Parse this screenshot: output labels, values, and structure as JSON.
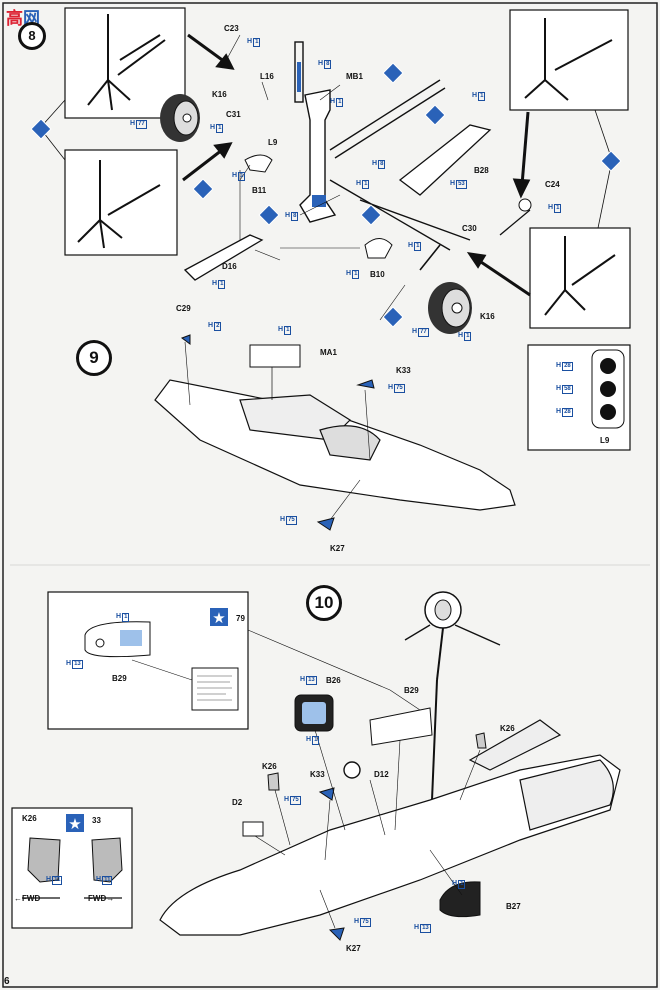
{
  "header": {
    "logo_text": "高",
    "logo_text2": "网",
    "step_prev": "8"
  },
  "steps": {
    "step9": "9",
    "step10": "10"
  },
  "page_number": "6",
  "parts": {
    "C23": "C23",
    "L16": "L16",
    "MB1": "MB1",
    "K16a": "K16",
    "C31": "C31",
    "L9a": "L9",
    "B11": "B11",
    "D16": "D16",
    "B10": "B10",
    "B28": "B28",
    "C24": "C24",
    "C30": "C30",
    "K16b": "K16",
    "C29": "C29",
    "MA1": "MA1",
    "K33a": "K33",
    "K27a": "K27",
    "B29a": "B29",
    "B26": "B26",
    "B29b": "B29",
    "K26a": "K26",
    "K26b": "K26",
    "D2": "D2",
    "K33b": "K33",
    "D12": "D12",
    "B27": "B27",
    "K27b": "K27",
    "K26c": "K26",
    "L9b": "L9"
  },
  "paint": {
    "h1": "H",
    "n1": "1",
    "n8": "8",
    "n77": "77",
    "n53": "53",
    "n2": "2",
    "n75": "75",
    "n13": "13",
    "n11": "11",
    "n28": "28",
    "n58": "58"
  },
  "decal_refs": {
    "d79": "79",
    "d33": "33"
  },
  "inset_k26": {
    "fwd_left": "FWD",
    "fwd_right": "FWD",
    "arrow_left": "←",
    "arrow_right": "→"
  },
  "colors": {
    "ink": "#111111",
    "paint_blue": "#1a4fa0",
    "step_border": "#111111",
    "diamond": "#2a62b8"
  }
}
